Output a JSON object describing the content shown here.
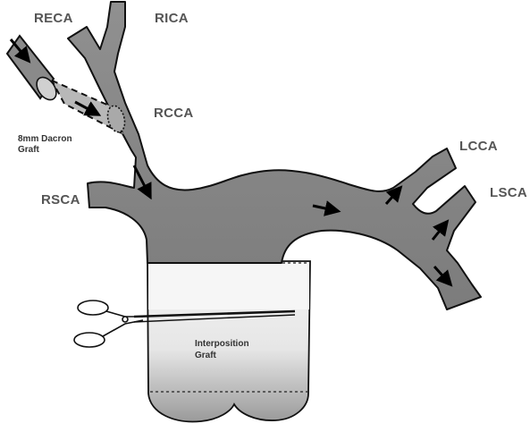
{
  "labels": {
    "reca": "RECA",
    "rica": "RICA",
    "rcca": "RCCA",
    "rsca": "RSCA",
    "lcca": "LCCA",
    "lsca": "LSCA",
    "dacron_line1": "8mm Dacron",
    "dacron_line2": "Graft",
    "interposition_line1": "Interposition",
    "interposition_line2": "Graft"
  },
  "colors": {
    "vessel": "#8a8a8a",
    "vessel_dark": "#6e6e6e",
    "graft": "#f4f4f4",
    "outline": "#111111",
    "label": "#555555"
  }
}
